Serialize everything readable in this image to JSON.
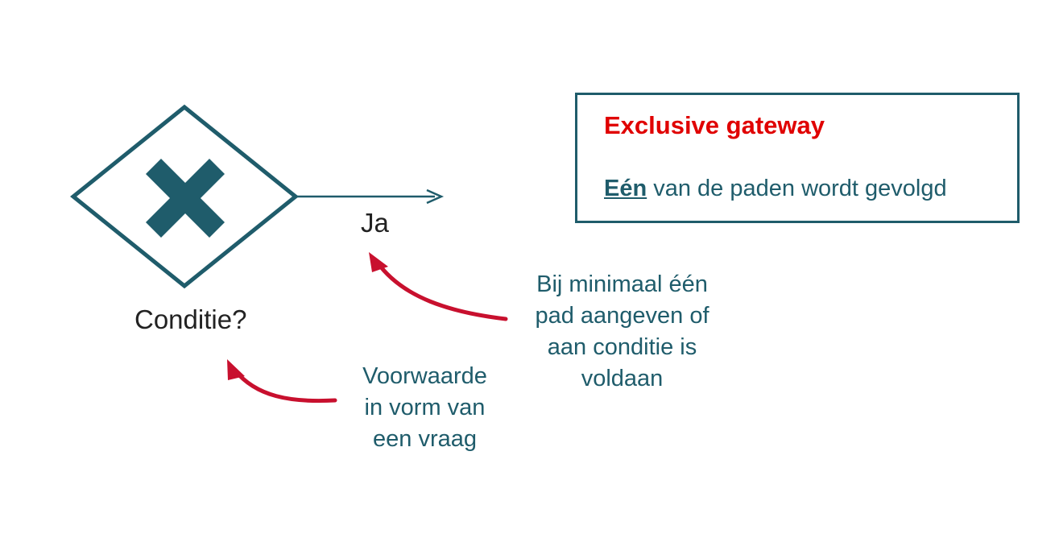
{
  "colors": {
    "teal": "#1f5c6b",
    "red_arrow": "#c8102e",
    "title_red": "#e00000",
    "text_dark": "#222222"
  },
  "gateway": {
    "icon": "x-icon",
    "condition_label": "Conditie?",
    "outgoing_label": "Ja"
  },
  "annotations": {
    "path_note": [
      "Bij minimaal één",
      "pad aangeven of",
      "aan conditie is",
      "voldaan"
    ],
    "condition_note": [
      "Voorwaarde",
      "in vorm van",
      "een vraag"
    ]
  },
  "info_box": {
    "title": "Exclusive gateway",
    "emphasis": "Eén",
    "body": " van de paden wordt gevolgd"
  }
}
